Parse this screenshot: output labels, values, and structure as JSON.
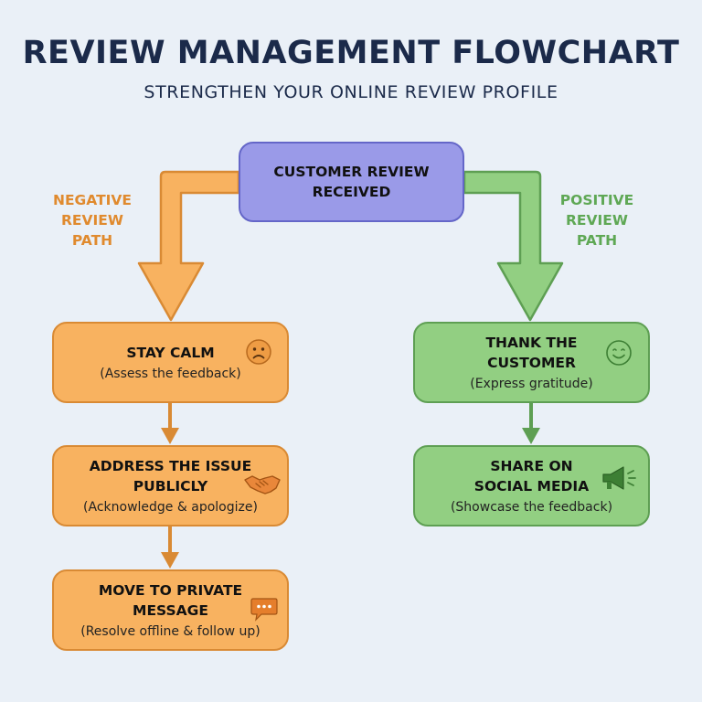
{
  "header": {
    "title": "REVIEW MANAGEMENT FLOWCHART",
    "subtitle": "STRENGTHEN YOUR ONLINE REVIEW PROFILE"
  },
  "start_node": {
    "label": "CUSTOMER REVIEW RECEIVED"
  },
  "negative_path": {
    "label": "NEGATIVE REVIEW PATH",
    "color": "#f8b260",
    "steps": [
      {
        "title": "STAY CALM",
        "subtitle": "(Assess the feedback)",
        "icon": "sad-face-icon"
      },
      {
        "title": "ADDRESS THE ISSUE PUBLICLY",
        "subtitle": "(Acknowledge & apologize)",
        "icon": "handshake-icon"
      },
      {
        "title": "MOVE TO PRIVATE MESSAGE",
        "subtitle": "(Resolve offline & follow up)",
        "icon": "chat-bubble-icon"
      }
    ]
  },
  "positive_path": {
    "label": "POSITIVE REVIEW PATH",
    "color": "#92cf82",
    "steps": [
      {
        "title": "THANK THE CUSTOMER",
        "subtitle": "(Express gratitude)",
        "icon": "smiley-face-icon"
      },
      {
        "title": "SHARE ON SOCIAL MEDIA",
        "subtitle": "(Showcase the feedback)",
        "icon": "megaphone-icon"
      }
    ]
  }
}
